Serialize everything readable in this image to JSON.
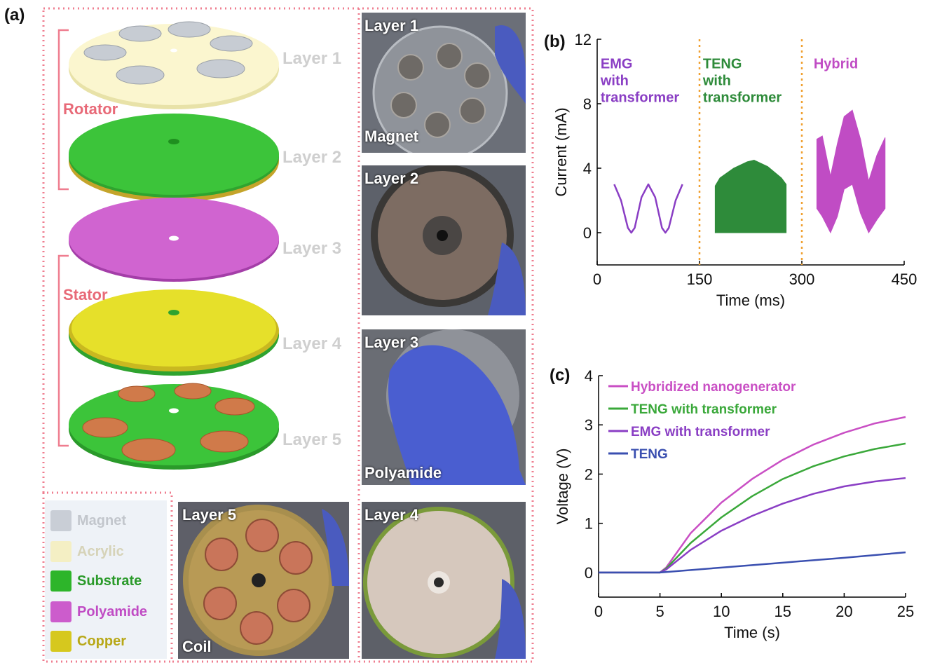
{
  "figure": {
    "panel_a": {
      "letter": "(a)",
      "groups": {
        "rotator": "Rotator",
        "stator": "Stator"
      },
      "layers": [
        "Layer 1",
        "Layer 2",
        "Layer 3",
        "Layer 4",
        "Layer 5"
      ],
      "photos": [
        {
          "label": "Layer 1",
          "caption": "Magnet"
        },
        {
          "label": "Layer 2",
          "caption": ""
        },
        {
          "label": "Layer 3",
          "caption": "Polyamide"
        },
        {
          "label": "Layer 5",
          "caption": "Coil"
        },
        {
          "label": "Layer 4",
          "caption": ""
        }
      ],
      "legend": [
        {
          "name": "Magnet",
          "color": "#c9ced6",
          "text_color": "#c2c6cc"
        },
        {
          "name": "Acrylic",
          "color": "#f4efc4",
          "text_color": "#d6d3b8"
        },
        {
          "name": "Substrate",
          "color": "#2db52a",
          "text_color": "#2a9a2a"
        },
        {
          "name": "Polyamide",
          "color": "#cc5ccc",
          "text_color": "#c04cc4"
        },
        {
          "name": "Copper",
          "color": "#d6c81e",
          "text_color": "#b8a818"
        }
      ],
      "dashed_border_color": "#ef7d8f"
    },
    "panel_b_letter": "(b)",
    "panel_c_letter": "(c)"
  },
  "chart_data": [
    {
      "type": "line",
      "panel": "(b)",
      "xlabel": "Time (ms)",
      "ylabel": "Current (mA)",
      "xlim": [
        0,
        450
      ],
      "ylim": [
        -2,
        12
      ],
      "xticks": [
        0,
        150,
        300,
        450
      ],
      "yticks": [
        0,
        4,
        8,
        12
      ],
      "dividers_x": [
        150,
        300
      ],
      "divider_color": "#f0a030",
      "annotations": [
        {
          "text": "EMG\nwith\ntransformer",
          "color": "#8a3ec4"
        },
        {
          "text": "TENG\nwith\ntransformer",
          "color": "#2e8b3a"
        },
        {
          "text": "Hybrid",
          "color": "#c04cc4"
        }
      ],
      "series": [
        {
          "label": "EMG with transformer",
          "color": "#8a3ec4",
          "kind": "line",
          "x": [
            25,
            35,
            45,
            50,
            55,
            65,
            75,
            85,
            95,
            100,
            105,
            115,
            125
          ],
          "y": [
            3.0,
            2.0,
            0.3,
            0.0,
            0.3,
            2.2,
            3.0,
            2.2,
            0.3,
            0.0,
            0.3,
            2.0,
            3.0
          ]
        },
        {
          "label": "TENG with transformer",
          "color": "#2e8b3a",
          "kind": "band",
          "x": [
            173,
            180,
            200,
            220,
            230,
            250,
            270,
            277
          ],
          "upper": [
            2.9,
            3.4,
            4.0,
            4.4,
            4.5,
            4.1,
            3.4,
            3.0
          ],
          "lower": [
            0,
            0,
            0,
            0,
            0,
            0,
            0,
            0
          ]
        },
        {
          "label": "Hybrid",
          "color": "#c04cc4",
          "kind": "band",
          "x": [
            322,
            330,
            342,
            352,
            362,
            374,
            386,
            398,
            410,
            422
          ],
          "upper": [
            5.8,
            6.0,
            3.5,
            5.5,
            7.2,
            7.6,
            5.8,
            3.2,
            4.8,
            5.9
          ],
          "lower": [
            1.5,
            1.0,
            0.0,
            1.0,
            2.7,
            3.0,
            1.2,
            0.0,
            0.8,
            1.5
          ]
        }
      ]
    },
    {
      "type": "line",
      "panel": "(c)",
      "xlabel": "Time (s)",
      "ylabel": "Voltage (V)",
      "xlim": [
        0,
        25
      ],
      "ylim": [
        -0.5,
        4
      ],
      "xticks": [
        0,
        5,
        10,
        15,
        20,
        25
      ],
      "yticks": [
        0,
        1,
        2,
        3,
        4
      ],
      "legend_position": "top-left",
      "series": [
        {
          "name": "Hybridized nanogenerator",
          "color": "#c94fc4",
          "x": [
            0,
            5,
            5.5,
            7.5,
            10,
            12.5,
            15,
            17.5,
            20,
            22.5,
            25
          ],
          "y": [
            0,
            0,
            0.1,
            0.8,
            1.42,
            1.9,
            2.29,
            2.6,
            2.84,
            3.03,
            3.16
          ]
        },
        {
          "name": "TENG with transformer",
          "color": "#3aa83a",
          "x": [
            0,
            5,
            5.5,
            7.5,
            10,
            12.5,
            15,
            17.5,
            20,
            22.5,
            25
          ],
          "y": [
            0,
            0,
            0.08,
            0.6,
            1.12,
            1.55,
            1.9,
            2.16,
            2.36,
            2.51,
            2.62
          ]
        },
        {
          "name": "EMG with transformer",
          "color": "#8a3ec4",
          "x": [
            0,
            5,
            5.5,
            7.5,
            10,
            12.5,
            15,
            17.5,
            20,
            22.5,
            25
          ],
          "y": [
            0,
            0,
            0.06,
            0.46,
            0.85,
            1.15,
            1.4,
            1.6,
            1.75,
            1.85,
            1.92
          ]
        },
        {
          "name": "TENG",
          "color": "#3a4fb0",
          "x": [
            0,
            5,
            10,
            15,
            20,
            25
          ],
          "y": [
            0,
            0,
            0.1,
            0.2,
            0.3,
            0.41
          ]
        }
      ]
    }
  ]
}
